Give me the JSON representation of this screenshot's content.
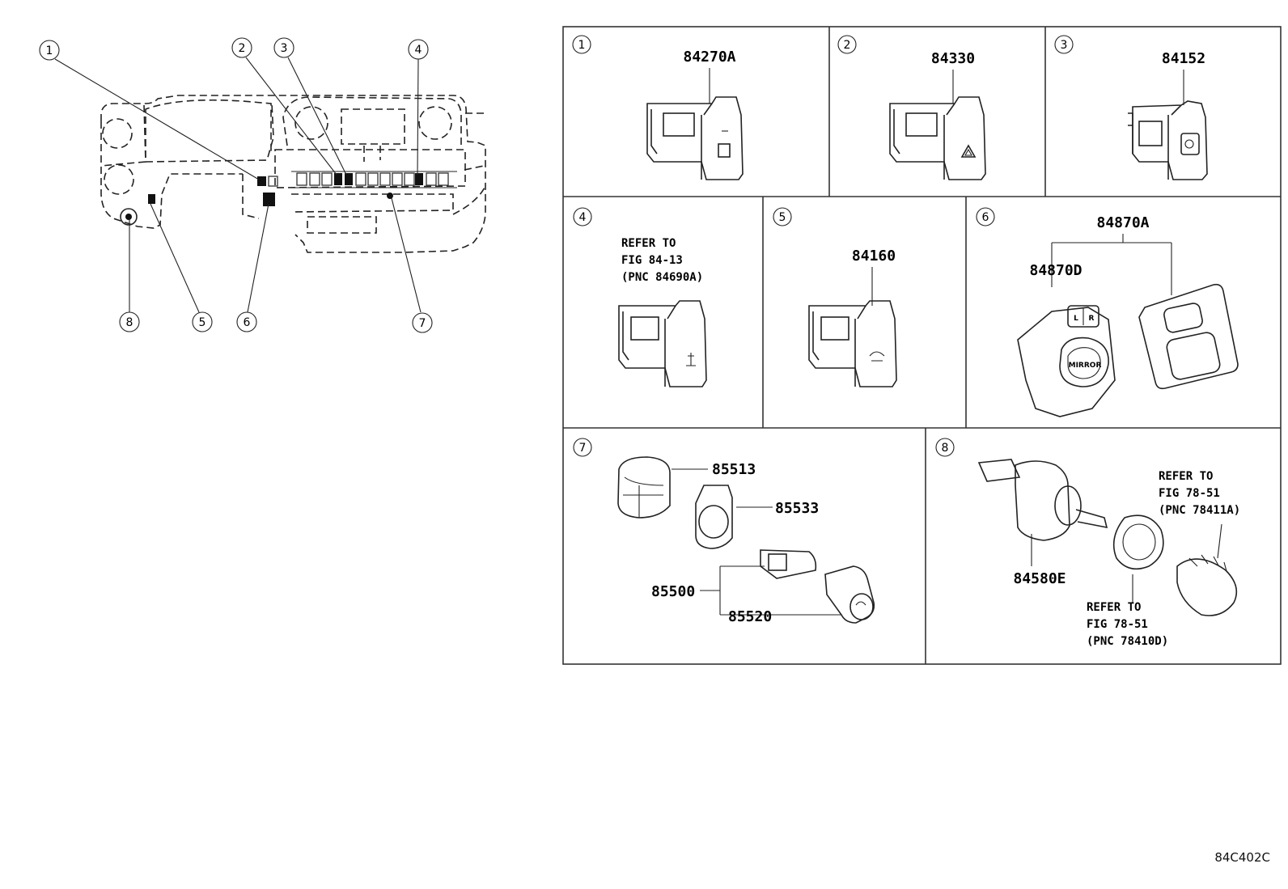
{
  "overview": {
    "callouts": [
      "1",
      "2",
      "3",
      "4",
      "5",
      "6",
      "7",
      "8"
    ]
  },
  "panels": [
    {
      "num": "1",
      "part": "84270A"
    },
    {
      "num": "2",
      "part": "84330"
    },
    {
      "num": "3",
      "part": "84152"
    },
    {
      "num": "4",
      "ref": [
        "REFER TO",
        "FIG 84-13",
        "(PNC 84690A)"
      ]
    },
    {
      "num": "5",
      "part": "84160"
    },
    {
      "num": "6",
      "parts": [
        "84870A",
        "84870D"
      ],
      "labels": [
        "L",
        "R",
        "MIRROR"
      ]
    },
    {
      "num": "7",
      "parts": [
        "85513",
        "85533",
        "85500",
        "85520"
      ]
    },
    {
      "num": "8",
      "part": "84580E",
      "ref_a": [
        "REFER TO",
        "FIG 78-51",
        "(PNC 78411A)"
      ],
      "ref_b": [
        "REFER TO",
        "FIG 78-51",
        "(PNC 78410D)"
      ]
    }
  ],
  "figure_code": "84C402C"
}
